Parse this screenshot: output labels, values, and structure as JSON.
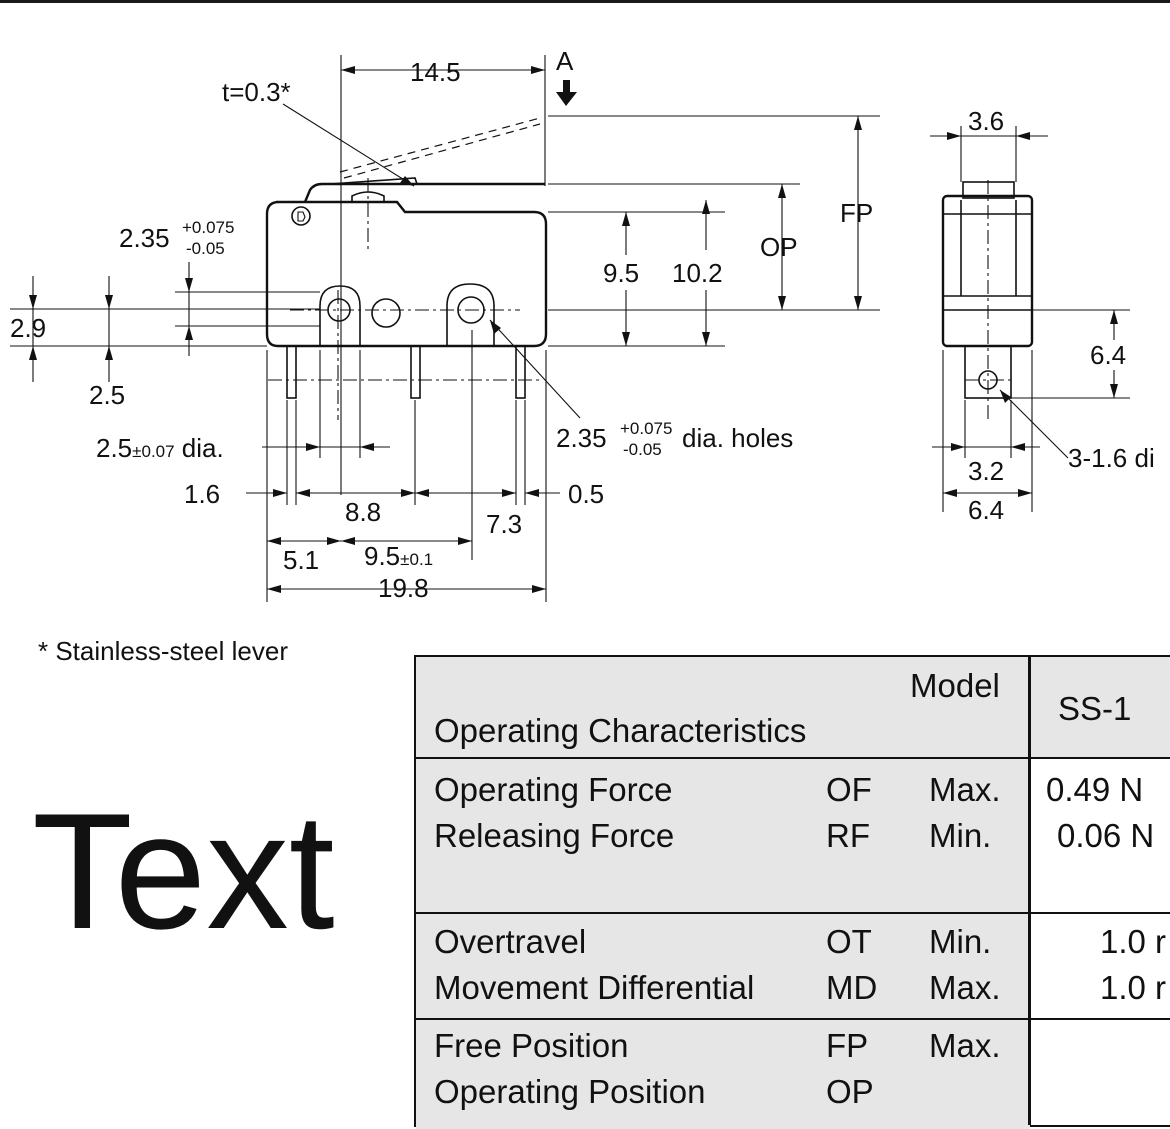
{
  "drawing": {
    "left_view": {
      "dimensions": [
        "14.5",
        "t=0.3*",
        "A",
        "FP",
        "OP",
        "9.5",
        "10.2",
        "2.9",
        "2.5",
        "1.6",
        "8.8",
        "0.5",
        "7.3",
        "5.1",
        "19.8"
      ],
      "tol_235_main": "2.35",
      "tol_235_plus": "+0.075",
      "tol_235_minus": "-0.05",
      "pin_dia_value": "2.5",
      "pin_dia_tol": "±0.07",
      "pin_dia_suffix": " dia.",
      "holes_value": "2.35",
      "holes_plus": "+0.075",
      "holes_minus": "-0.05",
      "holes_suffix": " dia. holes",
      "pitch_value": "9.5",
      "pitch_tol": "±0.1"
    },
    "side_view": {
      "width_top": "3.6",
      "height": "6.4",
      "terminal_width": "3.2",
      "base_width": "6.4",
      "terminal_hole": "3-1.6 di"
    },
    "footnote": "* Stainless-steel lever",
    "placeholder_text": "Text"
  },
  "table": {
    "header_model": "Model",
    "header_characteristics": "Operating Characteristics",
    "header_series": "SS-1",
    "groups": [
      {
        "rows": [
          {
            "name": "Operating Force",
            "abbr": "OF",
            "limit": "Max.",
            "value": "0.49 N"
          },
          {
            "name": "Releasing Force",
            "abbr": "RF",
            "limit": "Min.",
            "value": "0.06 N"
          }
        ]
      },
      {
        "rows": [
          {
            "name": "Overtravel",
            "abbr": "OT",
            "limit": "Min.",
            "value": "1.0 r"
          },
          {
            "name": "Movement Differential",
            "abbr": "MD",
            "limit": "Max.",
            "value": "1.0 r"
          }
        ]
      },
      {
        "rows": [
          {
            "name": "Free Position",
            "abbr": "FP",
            "limit": "Max.",
            "value": ""
          },
          {
            "name": "Operating Position",
            "abbr": "OP",
            "limit": "",
            "value": ""
          }
        ]
      }
    ]
  },
  "colors": {
    "header_fill": "#e6e6e6",
    "line": "#111111",
    "background": "#ffffff"
  }
}
